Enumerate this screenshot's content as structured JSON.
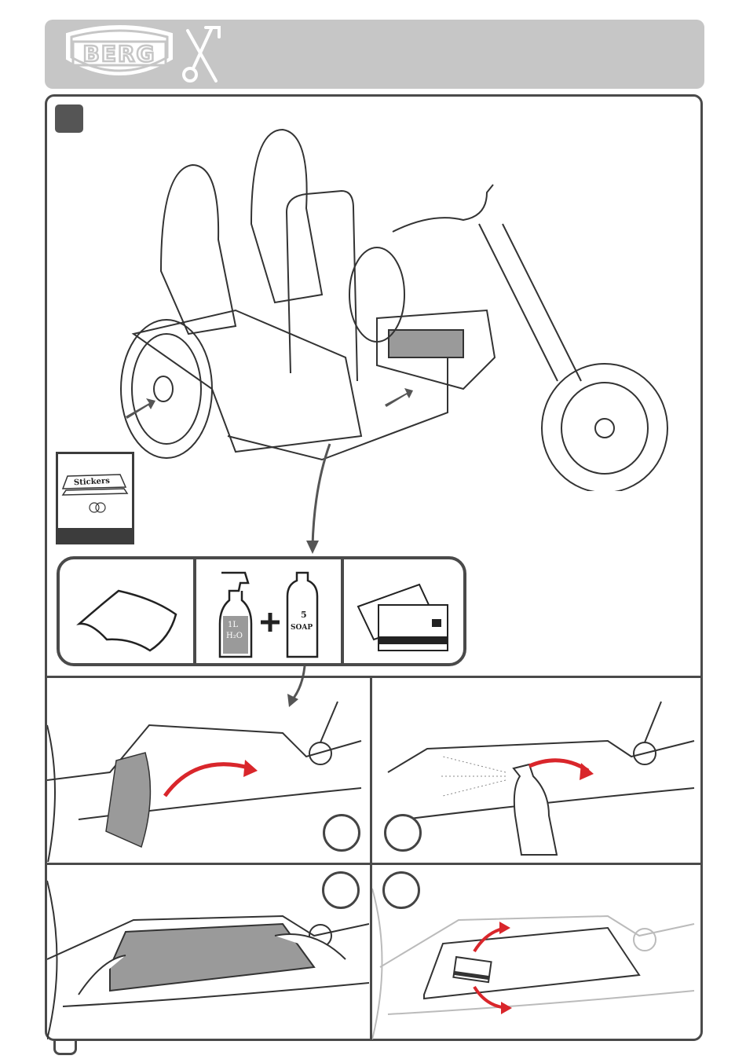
{
  "header": {
    "brand": "BERG",
    "logo_name": "berg-logo",
    "tools_icon": "wrench-screwdriver-icon"
  },
  "kit": {
    "label": "Stickers"
  },
  "tools": {
    "bottle_text_1": "1L",
    "bottle_text_2": "H₂O",
    "plus": "+",
    "soap_text_1": "5",
    "soap_text_2": "SOAP"
  },
  "colors": {
    "header_bg": "#c6c6c6",
    "frame": "#4a4a4a",
    "arrow_red": "#d9262b",
    "panel_grey": "#9a9a9a"
  }
}
